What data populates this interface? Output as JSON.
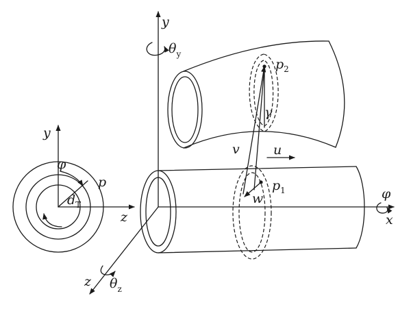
{
  "labels": {
    "y_main": "y",
    "theta_y_sym": "θ",
    "theta_y_sub": "y",
    "p2_sym": "p",
    "p2_sub": "2",
    "gamma": "γ",
    "v": "v",
    "u": "u",
    "p1_sym": "p",
    "p1_sub": "1",
    "w": "w",
    "phi_right": "φ",
    "x": "x",
    "z_main": "z",
    "theta_z_sym": "θ",
    "theta_z_sub": "z",
    "y_cross": "y",
    "phi_cross": "φ",
    "p_cross": "p",
    "dT_sym": "d",
    "dT_sub": "T",
    "z_cross": "z"
  }
}
